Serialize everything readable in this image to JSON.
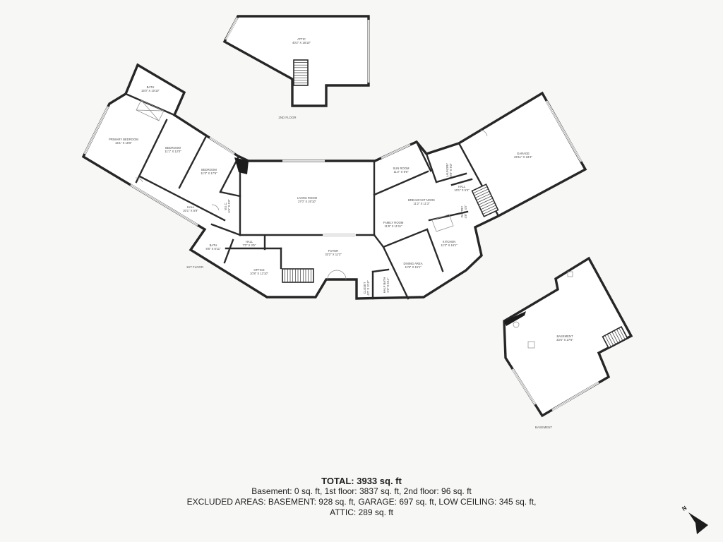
{
  "floor_labels": {
    "second_floor": "2ND FLOOR",
    "first_floor": "1ST FLOOR",
    "basement": "BASEMENT"
  },
  "rooms": {
    "attic": {
      "name": "ATTIC",
      "dims": "40'2\" X 16'10\""
    },
    "bath_upper": {
      "name": "BATH",
      "dims": "15'0\" X 10'10\""
    },
    "primary_bedroom": {
      "name": "PRIMARY BEDROOM",
      "dims": "15'1\" X 18'6\""
    },
    "bedroom_1": {
      "name": "BEDROOM",
      "dims": "11'1\" X 12'0\""
    },
    "bedroom_2": {
      "name": "BEDROOM",
      "dims": "11'3\" X 17'6\""
    },
    "hall_bedrooms": {
      "name": "HALL",
      "dims": "20'1\" X 6'9\""
    },
    "wic": {
      "name": "W.I.C.",
      "dims": "6'6\" X 5'3\""
    },
    "living_room": {
      "name": "LIVING ROOM",
      "dims": "37'0\" X 20'10\""
    },
    "sun_room": {
      "name": "SUN ROOM",
      "dims": "11'2\" X 9'0\""
    },
    "laundry": {
      "name": "LAUNDRY",
      "dims": "9'8\" X 9'3\""
    },
    "garage": {
      "name": "GARAGE",
      "dims": "26'11\" X 34'4\""
    },
    "hall_garage": {
      "name": "HALL",
      "dims": "10'1\" X 5'4\""
    },
    "breakfast_nook": {
      "name": "BREAKFAST NOOK",
      "dims": "11'2\" X 11'3\""
    },
    "family_room": {
      "name": "FAMILY ROOM",
      "dims": "11'8\" X 11'11\""
    },
    "pantry": {
      "name": "PANTRY",
      "dims": "4'8\" X 4'5\""
    },
    "kitchen": {
      "name": "KITCHEN",
      "dims": "11'2\" X 16'1\""
    },
    "hall_foyer": {
      "name": "HALL",
      "dims": "7'0\" X 3'5\""
    },
    "bath_lower": {
      "name": "BATH",
      "dims": "8'8\" X 8'11\""
    },
    "foyer": {
      "name": "FOYER",
      "dims": "32'2\" X 11'3\""
    },
    "office": {
      "name": "OFFICE",
      "dims": "10'8\" X 12'10\""
    },
    "dining_area": {
      "name": "DINING AREA",
      "dims": "11'5\" X 15'1\""
    },
    "closet": {
      "name": "CLOSET",
      "dims": "4'0\" X 3'10\""
    },
    "half_bath": {
      "name": "HALF BATH",
      "dims": "5'3\" X 5'11\""
    },
    "basement": {
      "name": "BASEMENT",
      "dims": "33'5\" X 27'6\""
    }
  },
  "summary": {
    "total": "TOTAL: 3933 sq. ft",
    "floors_line": "Basement: 0 sq. ft, 1st floor: 3837 sq. ft, 2nd floor: 96 sq. ft",
    "excluded_line": "EXCLUDED AREAS: BASEMENT: 928 sq. ft, GARAGE: 697 sq. ft, LOW CEILING: 345 sq. ft,",
    "attic_line": "ATTIC: 289 sq. ft"
  },
  "north_arrow": {
    "letter": "N"
  },
  "colors": {
    "background": "#f7f7f5",
    "wall": "#262626",
    "floor": "#ffffff",
    "label": "#4a4a4a"
  }
}
